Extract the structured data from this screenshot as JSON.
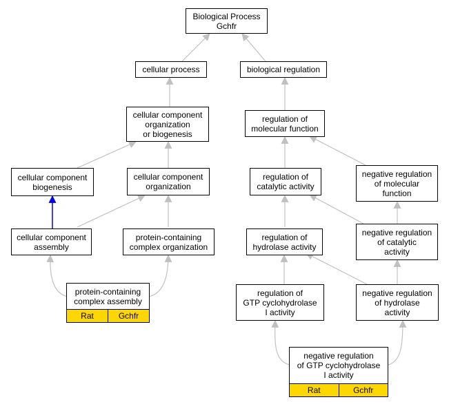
{
  "root": {
    "label": "Biological Process\nGchfr"
  },
  "nodes": {
    "cellular_process": "cellular process",
    "biological_regulation": "biological regulation",
    "ccob": "cellular component\norganization\nor biogenesis",
    "reg_mol_func": "regulation of\nmolecular function",
    "cc_biogenesis": "cellular component\nbiogenesis",
    "cc_organization": "cellular component\norganization",
    "reg_cat_act": "regulation of\ncatalytic activity",
    "neg_reg_mol_func": "negative regulation\nof molecular\nfunction",
    "cc_assembly": "cellular component\nassembly",
    "pc_complex_org": "protein-containing\ncomplex organization",
    "reg_hydrolase": "regulation of\nhydrolase activity",
    "neg_reg_cat_act": "negative regulation\nof catalytic\nactivity",
    "pc_complex_assembly": "protein-containing\ncomplex assembly",
    "reg_gtp": "regulation of\nGTP cyclohydrolase\nI activity",
    "neg_reg_hydrolase": "negative regulation\nof hydrolase\nactivity",
    "neg_reg_gtp": "negative regulation\nof GTP cyclohydrolase\nI activity"
  },
  "tags": {
    "pc_complex_assembly": [
      "Rat",
      "Gchfr"
    ],
    "neg_reg_gtp": [
      "Rat",
      "Gchfr"
    ]
  },
  "colors": {
    "edge_default": "#c0c0c0",
    "edge_highlight": "#0000ee",
    "tag_fill": "#ffd700"
  }
}
